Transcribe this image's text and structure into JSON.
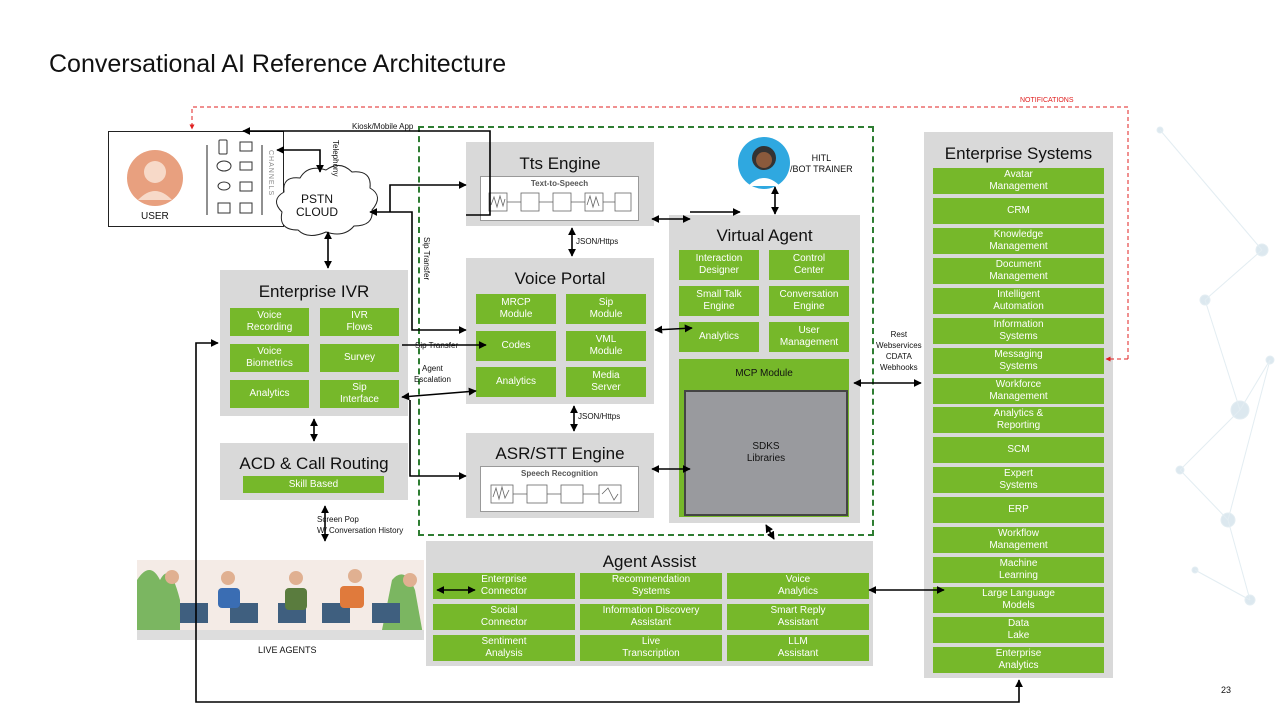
{
  "title": "Conversational AI Reference Architecture",
  "page_number": "23",
  "notifications_label": "NOTIFICATIONS",
  "user": {
    "label": "USER",
    "channels_label": "CHANNELS"
  },
  "kiosk_label": "Kiosk/Mobile App",
  "telephony_label": "Telephony",
  "pstn_label": "PSTN\nCLOUD",
  "hitl_label": "HITL\n/BOT TRAINER",
  "sip_transfer_vertical": "Sip Transfer",
  "sip_transfer_label": "Sip Transfer",
  "agent_escalation_label": "Agent\nEscalation",
  "json_https_1": "JSON/Https",
  "json_https_2": "JSON/Https",
  "rest_label": "Rest\nWebservices\nCDATA\nWebhooks",
  "screen_pop_label": "Screen Pop\nW/ Conversation History",
  "live_agents_label": "LIVE AGENTS",
  "enterprise_ivr": {
    "title": "Enterprise IVR",
    "items": [
      "Voice\nRecording",
      "IVR\nFlows",
      "Voice\nBiometrics",
      "Survey",
      "Analytics",
      "Sip\nInterface"
    ]
  },
  "acd": {
    "title": "ACD & Call Routing",
    "items": [
      "Skill Based"
    ]
  },
  "tts": {
    "title": "Tts Engine",
    "diagram_title": "Text-to-Speech"
  },
  "voice_portal": {
    "title": "Voice Portal",
    "items": [
      "MRCP\nModule",
      "Sip\nModule",
      "Codes",
      "VML\nModule",
      "Analytics",
      "Media\nServer"
    ]
  },
  "asr": {
    "title": "ASR/STT Engine",
    "diagram_title": "Speech Recognition"
  },
  "virtual_agent": {
    "title": "Virtual Agent",
    "items": [
      "Interaction\nDesigner",
      "Control\nCenter",
      "Small Talk\nEngine",
      "Conversation\nEngine",
      "Analytics",
      "User\nManagement"
    ],
    "mcp": "MCP Module",
    "sdks": "SDKS\nLibraries"
  },
  "agent_assist": {
    "title": "Agent Assist",
    "items": [
      "Enterprise\nConnector",
      "Recommendation\nSystems",
      "Voice\nAnalytics",
      "Social\nConnector",
      "Information Discovery\nAssistant",
      "Smart Reply\nAssistant",
      "Sentiment\nAnalysis",
      "Live\nTranscription",
      "LLM\nAssistant"
    ]
  },
  "enterprise_systems": {
    "title": "Enterprise Systems",
    "items": [
      "Avatar\nManagement",
      "CRM",
      "Knowledge\nManagement",
      "Document\nManagement",
      "Intelligent\nAutomation",
      "Information\nSystems",
      "Messaging\nSystems",
      "Workforce\nManagement",
      "Analytics &\nReporting",
      "SCM",
      "Expert\nSystems",
      "ERP",
      "Workflow\nManagement",
      "Machine\nLearning",
      "Large Language\nModels",
      "Data\nLake",
      "Enterprise\nAnalytics"
    ]
  },
  "colors": {
    "green": "#76b82a",
    "panel_gray": "#d9d9d9",
    "dashed_border": "#2e7d32",
    "notifications": "#e02020",
    "sdk_gray": "#999a9e"
  }
}
